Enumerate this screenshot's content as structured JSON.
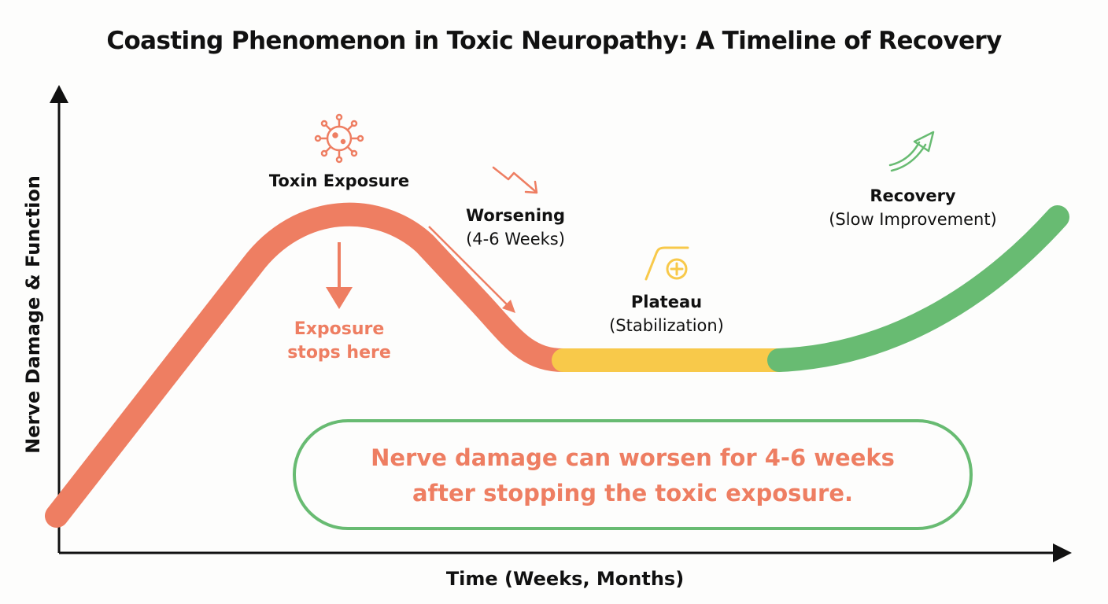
{
  "title": "Coasting Phenomenon in Toxic Neuropathy: A Timeline of Recovery",
  "axes": {
    "x_label": "Time (Weeks, Months)",
    "y_label": "Nerve Damage & Function"
  },
  "stages": {
    "toxin": {
      "label": "Toxin Exposure",
      "icon": "virus-icon"
    },
    "stop": {
      "line1": "Exposure",
      "line2": "stops here",
      "icon": "arrow-down-icon"
    },
    "worsening": {
      "label": "Worsening",
      "sublabel": "(4-6 Weeks)",
      "icon": "zigzag-down-arrow-icon"
    },
    "plateau": {
      "label": "Plateau",
      "sublabel": "(Stabilization)",
      "icon": "plateau-plus-icon"
    },
    "recovery": {
      "label": "Recovery",
      "sublabel": "(Slow Improvement)",
      "icon": "curved-up-arrow-icon"
    }
  },
  "callout": {
    "line1": "Nerve damage can worsen for 4-6 weeks",
    "line2": "after stopping the toxic exposure."
  },
  "colors": {
    "worsening": "#ee7e62",
    "plateau": "#f8c94a",
    "recovery": "#68bb72",
    "text": "#111111"
  }
}
